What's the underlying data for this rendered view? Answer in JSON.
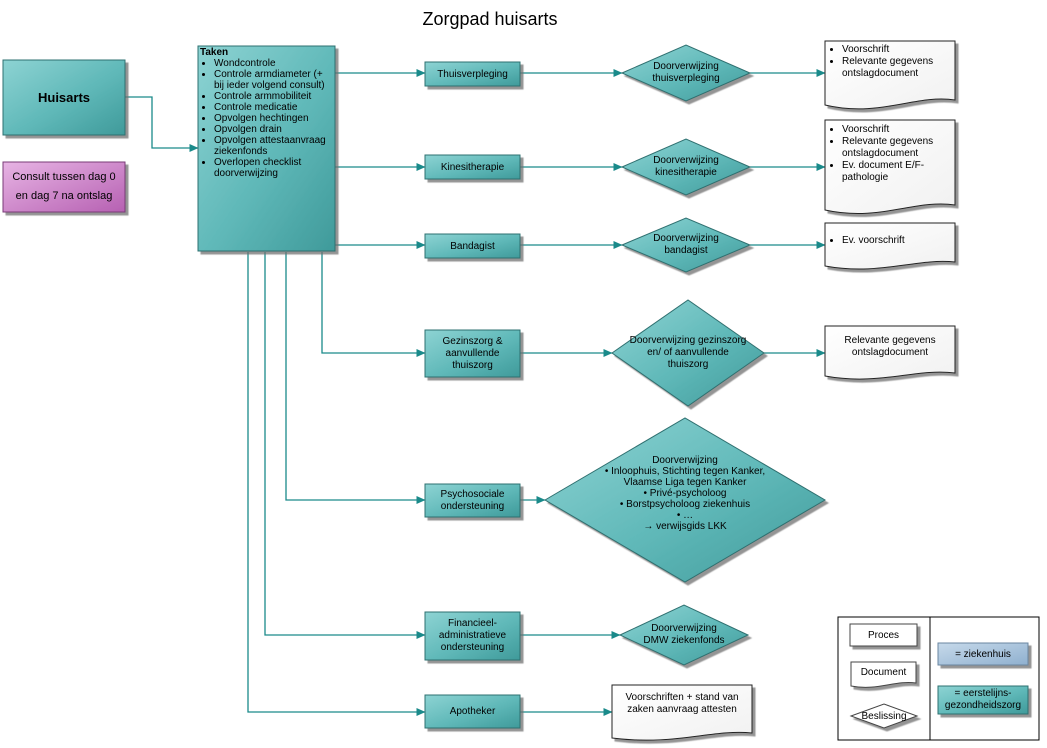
{
  "title": "Zorgpad huisarts",
  "huisarts": "Huisarts",
  "consult": "Consult tussen dag 0 en dag 7 na ontslag",
  "taken": {
    "heading": "Taken",
    "items": [
      "Wondcontrole",
      "Controle armdiameter (+ bij ieder volgend consult)",
      "Controle armmobiliteit",
      "Controle medicatie",
      "Opvolgen hechtingen",
      "Opvolgen drain",
      "Opvolgen attestaanvraag ziekenfonds",
      "Overlopen checklist doorverwijzing"
    ]
  },
  "processes": {
    "thuisverpleging": "Thuisverpleging",
    "kinesitherapie": "Kinesitherapie",
    "bandagist": "Bandagist",
    "gezinszorg": "Gezinszorg & aanvullende thuiszorg",
    "psychosociale": "Psychosociale ondersteuning",
    "financieel": "Financieel-administratieve ondersteuning",
    "apotheker": "Apotheker"
  },
  "decisions": {
    "thuisverpleging": "Doorverwijzing thuisverpleging",
    "kinesitherapie": "Doorverwijzing kinesitherapie",
    "bandagist": "Doorverwijzing bandagist",
    "gezinszorg": "Doorverwijzing gezinszorg en/ of aanvullende thuiszorg",
    "psychosociale": {
      "heading": "Doorverwijzing",
      "items": [
        "Inloophuis, Stichting tegen Kanker, Vlaamse Liga tegen Kanker",
        "Privé-psycholoog",
        "Borstpsycholoog ziekenhuis",
        "…"
      ],
      "footer": "→ verwijsgids LKK"
    },
    "financieel": "Doorverwijzing DMW ziekenfonds"
  },
  "documents": {
    "thuisverpleging": [
      "Voorschrift",
      "Relevante gegevens ontslagdocument"
    ],
    "kinesitherapie": [
      "Voorschrift",
      "Relevante gegevens ontslagdocument",
      "Ev. document E/F-pathologie"
    ],
    "bandagist": [
      "Ev. voorschrift"
    ],
    "gezinszorg": "Relevante gegevens ontslagdocument",
    "apotheker": "Voorschriften + stand van zaken aanvraag attesten"
  },
  "legend": {
    "proces": "Proces",
    "document": "Document",
    "beslissing": "Beslissing",
    "ziekenhuis": "= ziekenhuis",
    "eerstelijns": "= eerstelijns-gezondheidszorg"
  },
  "colors": {
    "teal": "#5fb8b8",
    "teal_dark": "#3a8e8e",
    "pink": "#c470c0",
    "arrow": "#1a8a8a",
    "legend_blue": "#a7c3dc"
  }
}
